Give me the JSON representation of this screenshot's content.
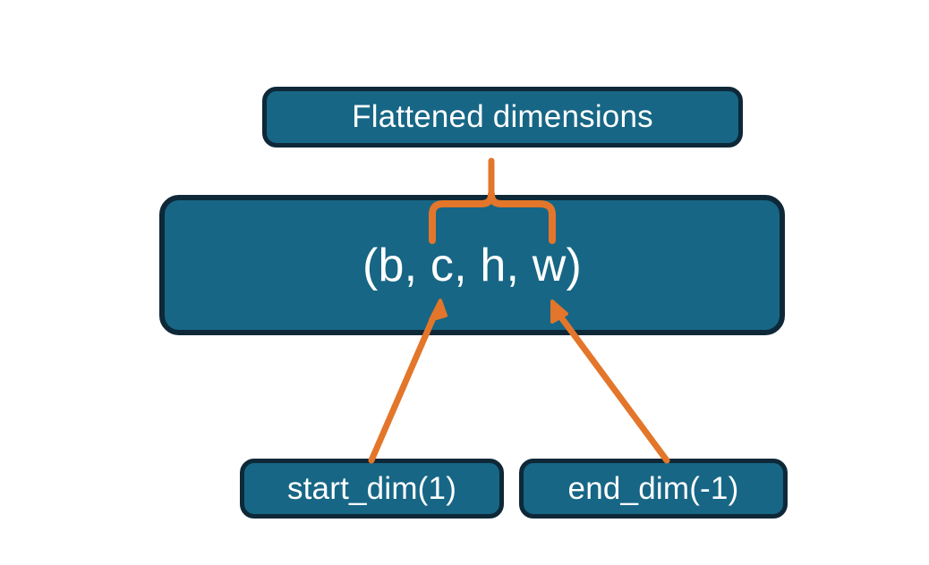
{
  "diagram": {
    "title_node": {
      "label": "Flattened dimensions",
      "name": "flattened-dimensions-box"
    },
    "shape_node": {
      "label": "(b, c, h, w)",
      "name": "tensor-shape-box",
      "dims": [
        "b",
        "c",
        "h",
        "w"
      ]
    },
    "start_node": {
      "label": "start_dim(1)",
      "name": "start-dim-box",
      "value": 1
    },
    "end_node": {
      "label": "end_dim(-1)",
      "name": "end-dim-box",
      "value": -1
    },
    "annotations": {
      "brace_name": "curly-brace-annotation",
      "arrow_start_name": "start-dim-arrow",
      "arrow_end_name": "end-dim-arrow"
    },
    "colors": {
      "box_fill": "#176685",
      "box_border": "#0e2838",
      "accent_orange": "#e3762a",
      "text": "#ffffff",
      "background": "#ffffff"
    }
  }
}
